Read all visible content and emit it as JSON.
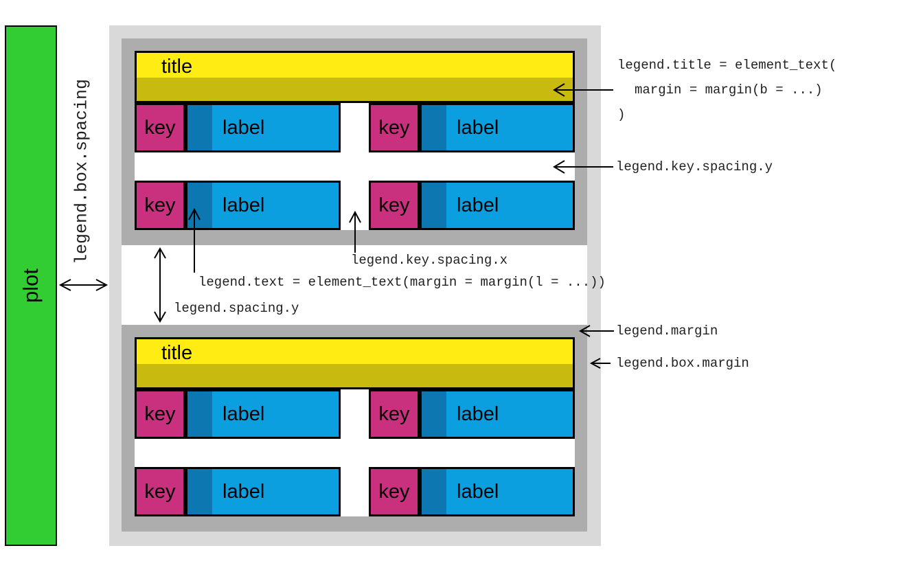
{
  "plot": {
    "label": "plot"
  },
  "legend": {
    "title": "title",
    "key": "key",
    "label": "label"
  },
  "annotations": {
    "box_spacing": "legend.box.spacing",
    "title_line1": "legend.title = element_text(",
    "title_line2": "margin = margin(b = ...)",
    "title_line3": ")",
    "key_spacing_y": "legend.key.spacing.y",
    "key_spacing_x": "legend.key.spacing.x",
    "text_margin": "legend.text = element_text(margin = margin(l = ...))",
    "spacing_y": "legend.spacing.y",
    "margin": "legend.margin",
    "box_margin": "legend.box.margin"
  },
  "colors": {
    "plot_green": "#32cd32",
    "outer_box_gray": "#d9d9d9",
    "legend_gray": "#adadad",
    "title_yellow": "#ffec13",
    "title_margin_olive": "#c9ba10",
    "key_magenta": "#c9307e",
    "label_blue": "#0c9fe0",
    "text_margin_blue": "#0d77b2",
    "arrow_black": "#000000"
  }
}
